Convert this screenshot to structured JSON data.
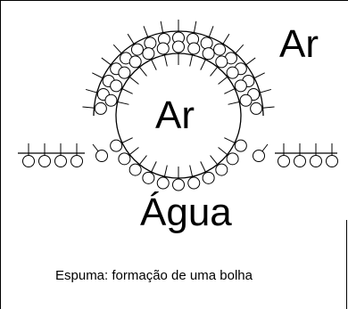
{
  "labels": {
    "air_outside": "Ar",
    "air_inside": "Ar",
    "water": "Água"
  },
  "caption": "Espuma: formação de uma bolha",
  "colors": {
    "ink": "#000000",
    "background": "#ffffff"
  },
  "icons": {
    "molecule": "surfactant-molecule-icon"
  }
}
